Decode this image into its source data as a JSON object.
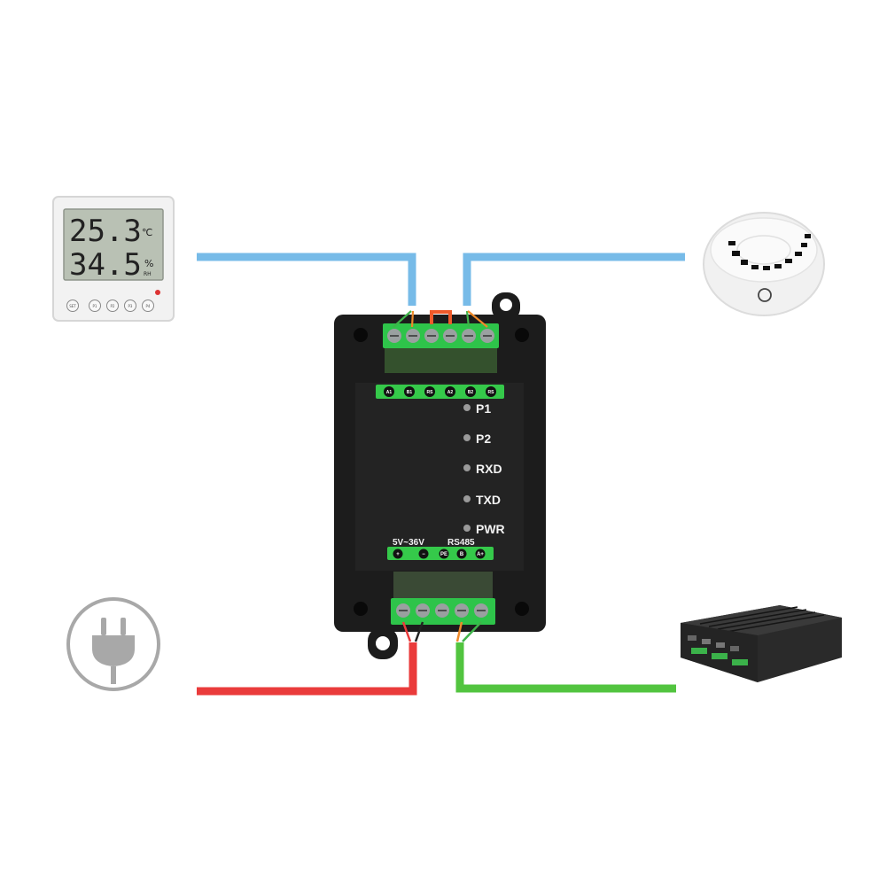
{
  "thermostat": {
    "temperature": "25.3",
    "temp_unit": "℃",
    "humidity": "34.5",
    "hum_unit": "%",
    "hum_sub": "RH",
    "buttons": [
      "SET",
      "P1",
      "P2",
      "P3",
      "P4"
    ]
  },
  "module": {
    "top_terminals": [
      "A1",
      "B1",
      "RS",
      "A2",
      "B2",
      "RS"
    ],
    "leds": [
      "P1",
      "P2",
      "RXD",
      "TXD",
      "PWR"
    ],
    "power_label": "5V~36V",
    "rs485_label": "RS485",
    "bottom_terminals": [
      "+",
      "−",
      "PE",
      "B",
      "A+"
    ]
  },
  "colors": {
    "rs485_wire": "#77bbe8",
    "power_wire": "#ea3b3b",
    "data_wire": "#52c43f",
    "terminal_green": "#35c94a",
    "module_body": "#1c1c1c"
  }
}
